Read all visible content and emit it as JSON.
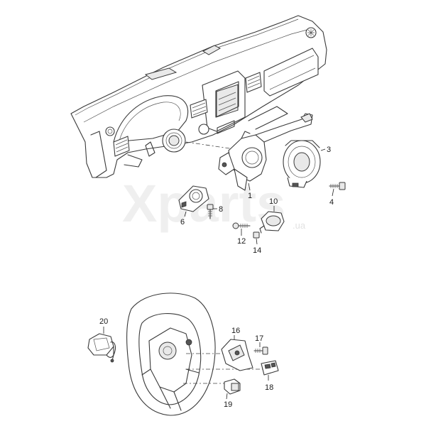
{
  "watermark": {
    "brand": "Xparts",
    "domain": ".ua"
  },
  "callouts": [
    {
      "id": "1",
      "label": "1"
    },
    {
      "id": "3",
      "label": "3"
    },
    {
      "id": "4",
      "label": "4"
    },
    {
      "id": "6",
      "label": "6"
    },
    {
      "id": "8",
      "label": "8"
    },
    {
      "id": "10",
      "label": "10"
    },
    {
      "id": "12",
      "label": "12"
    },
    {
      "id": "14",
      "label": "14"
    },
    {
      "id": "16",
      "label": "16"
    },
    {
      "id": "17",
      "label": "17"
    },
    {
      "id": "18",
      "label": "18"
    },
    {
      "id": "19",
      "label": "19"
    },
    {
      "id": "20",
      "label": "20"
    }
  ]
}
